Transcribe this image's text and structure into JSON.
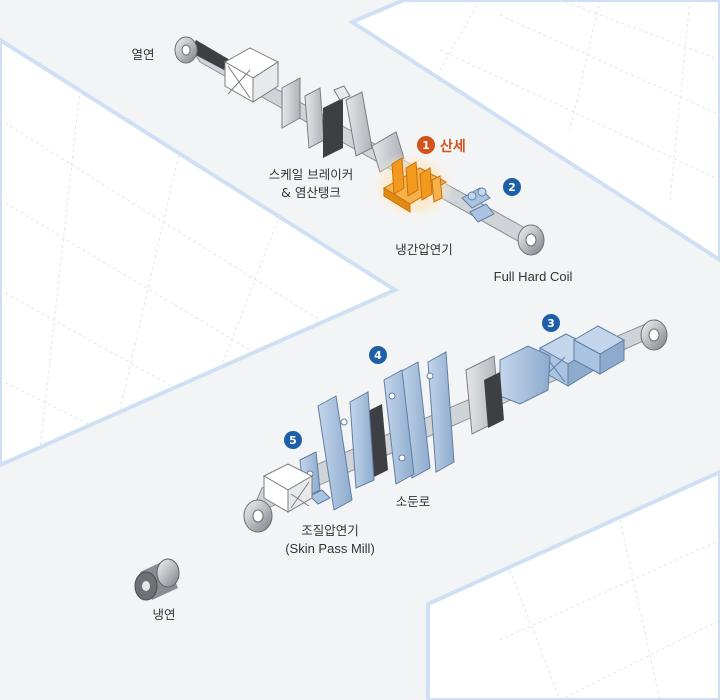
{
  "labels": {
    "hot_rolled": "열연",
    "scale_breaker": "스케일 브레이커",
    "pickling_tank": "& 염산탱크",
    "pickling": "산세",
    "cold_rolling_mill": "냉간압연기",
    "full_hard_coil": "Full Hard Coil",
    "annealing_furnace": "소둔로",
    "skin_pass_kr": "조질압연기",
    "skin_pass_en": "(Skin Pass Mill)",
    "cold_rolled": "냉연"
  },
  "steps": [
    {
      "number": "1",
      "highlighted": true
    },
    {
      "number": "2",
      "highlighted": false
    },
    {
      "number": "3",
      "highlighted": false
    },
    {
      "number": "4",
      "highlighted": false
    },
    {
      "number": "5",
      "highlighted": false
    }
  ],
  "colors": {
    "background": "#f3f4f6",
    "floor": "#ffffff",
    "floor_edge": "#cfe0f5",
    "highlight": "#f39a1e",
    "highlight_label": "#d4531b",
    "badge": "#1f5fa8",
    "equipment_blue": "#a9c3e0",
    "equipment_grey": "#c9cdd2",
    "belt_dark": "#3d3f42"
  }
}
